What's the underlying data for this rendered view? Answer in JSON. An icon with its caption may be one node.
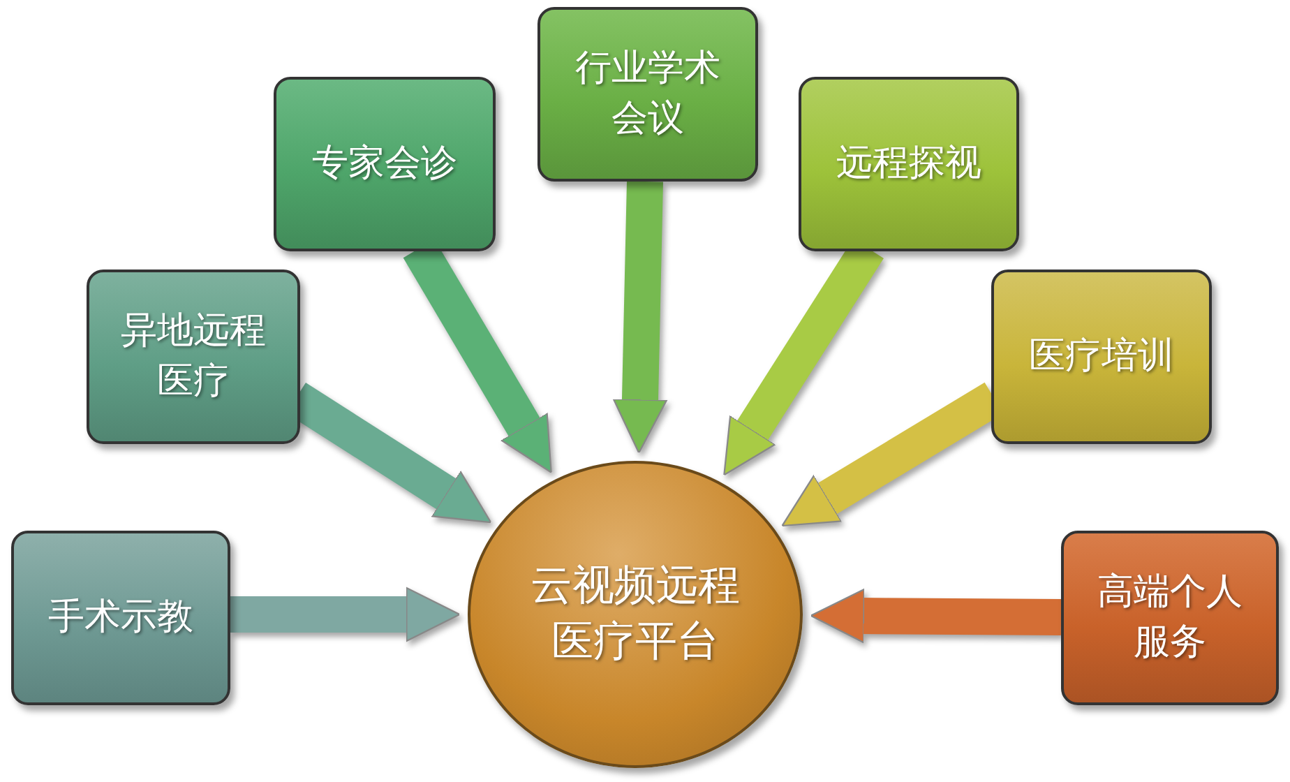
{
  "diagram": {
    "nodes": [
      {
        "text": [
          "手术示教"
        ]
      },
      {
        "text": [
          "异地远程医疗"
        ]
      },
      {
        "text": [
          "专家会诊"
        ]
      },
      {
        "text": [
          "行业学术会议"
        ]
      },
      {
        "text": [
          "远程探视"
        ]
      },
      {
        "text": [
          "医疗培训"
        ]
      },
      {
        "text": [
          "高端个人服务"
        ]
      },
      {
        "text": [
          "云视频远程医疗平台"
        ]
      }
    ],
    "edges": [
      {
        "from": 0,
        "to": 7,
        "arrow": "to",
        "color": "#7fa8a2"
      },
      {
        "from": 1,
        "to": 7,
        "arrow": "to",
        "color": "#6aab92"
      },
      {
        "from": 2,
        "to": 7,
        "arrow": "to",
        "color": "#5bb176"
      },
      {
        "from": 3,
        "to": 7,
        "arrow": "to",
        "color": "#76ba50"
      },
      {
        "from": 4,
        "to": 7,
        "arrow": "to",
        "color": "#a8cb45"
      },
      {
        "from": 5,
        "to": 7,
        "arrow": "to",
        "color": "#d4c045"
      },
      {
        "from": 6,
        "to": 7,
        "arrow": "to",
        "color": "#d46e35"
      }
    ]
  }
}
